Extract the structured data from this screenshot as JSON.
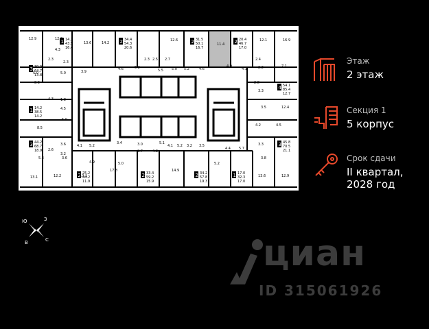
{
  "legend": {
    "floor": {
      "label": "Этаж",
      "value": "2 этаж",
      "icon": "stairs-icon"
    },
    "section": {
      "label": "Секция 1",
      "value": "5 корпус",
      "icon": "building-section-icon"
    },
    "delivery": {
      "label": "Срок сдачи",
      "value_line1": "II квартал,",
      "value_line2": "2028 год",
      "icon": "key-icon"
    }
  },
  "compass": {
    "n": "Ю",
    "e": "З",
    "w": "В",
    "s": "С"
  },
  "watermark": {
    "brand": "циан",
    "id": "ID 315061926"
  },
  "colors": {
    "accent": "#e8492b",
    "plan_fill": "#ffffff",
    "background": "#000000",
    "highlight_unit": "#bdbdbd"
  },
  "plan": {
    "units": [
      {
        "rooms": "1",
        "area_total": "14.2",
        "area_total2": "43.5",
        "area_living": "16.4"
      },
      {
        "rooms": "2",
        "area_total": "34.4",
        "area_total2": "54.3",
        "area_living": "20.6"
      },
      {
        "rooms": "2",
        "area_total": "31.5",
        "area_total2": "50.1",
        "area_living": "16.7"
      },
      {
        "rooms": "2",
        "area_total": "20.4",
        "area_total2": "46.7",
        "area_living": "17.0"
      },
      {
        "rooms": "3",
        "area_total": "39.9",
        "area_total2": "64.7",
        "area_living": "13.8"
      },
      {
        "rooms": "4",
        "area_total": "54.1",
        "area_total2": "85.4",
        "area_living": "12.7"
      },
      {
        "rooms": "1",
        "area_total": "14.2",
        "area_total2": "38.5",
        "area_living": "14.2"
      },
      {
        "rooms": "3",
        "area_total": "44.2",
        "area_total2": "68.7",
        "area_living": "18.9"
      },
      {
        "rooms": "3",
        "area_total": "45.8",
        "area_total2": "70.5",
        "area_living": "21.1"
      },
      {
        "rooms": "2",
        "area_total": "25.2",
        "area_total2": "44.2",
        "area_living": "11.9"
      },
      {
        "rooms": "2",
        "area_total": "33.4",
        "area_total2": "59.2",
        "area_living": "15.9"
      },
      {
        "rooms": "2",
        "area_total": "34.2",
        "area_total2": "57.8",
        "area_living": "19.3"
      },
      {
        "rooms": "1",
        "area_total": "17.0",
        "area_total2": "32.3",
        "area_living": "17.0"
      }
    ],
    "room_labels": [
      "12.9",
      "12.2",
      "14.2",
      "13.6",
      "12.6",
      "11.4",
      "12.1",
      "16.9",
      "5.0",
      "2.3",
      "2.3",
      "3.9",
      "4.6",
      "5.2",
      "2.3",
      "2.5",
      "2.7",
      "5.0",
      "5.2",
      "4.6",
      "4.0",
      "4.1",
      "7.1",
      "5.0",
      "2.4",
      "2.2",
      "8.3",
      "2.8",
      "3.3",
      "1.8",
      "4.3",
      "4.5",
      "5.0",
      "3.5",
      "12.4",
      "8.5",
      "4.2",
      "4.5",
      "4.1",
      "5.2",
      "3.4",
      "3.0",
      "5.1",
      "4.1",
      "5.2",
      "3.2",
      "3.5",
      "4.4",
      "5.7",
      "3.3",
      "3.6",
      "2.6",
      "3.2",
      "4.9",
      "2.7",
      "4.8",
      "13.1",
      "12.2",
      "13.1",
      "17.8",
      "14.9",
      "5.0",
      "5.2",
      "13.6",
      "12.9",
      "5.3",
      "3.6",
      "3.8",
      "5.5",
      "4.3"
    ]
  }
}
